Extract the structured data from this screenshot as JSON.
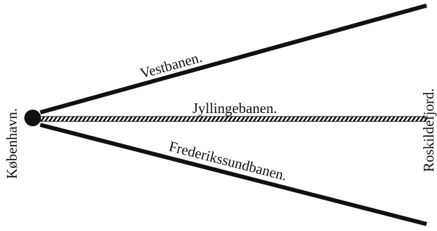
{
  "diagram": {
    "origin_label": "København.",
    "destination_label": "Roskildefjord.",
    "lines": [
      {
        "id": "vestbanen",
        "label": "Vestbanen.",
        "style": "solid"
      },
      {
        "id": "jyllingebanen",
        "label": "Jyllingebanen.",
        "style": "hatched"
      },
      {
        "id": "frederikssundbanen",
        "label": "Frederikssundbanen.",
        "style": "solid"
      }
    ],
    "colors": {
      "ink": "#111111",
      "background": "#ffffff"
    }
  }
}
